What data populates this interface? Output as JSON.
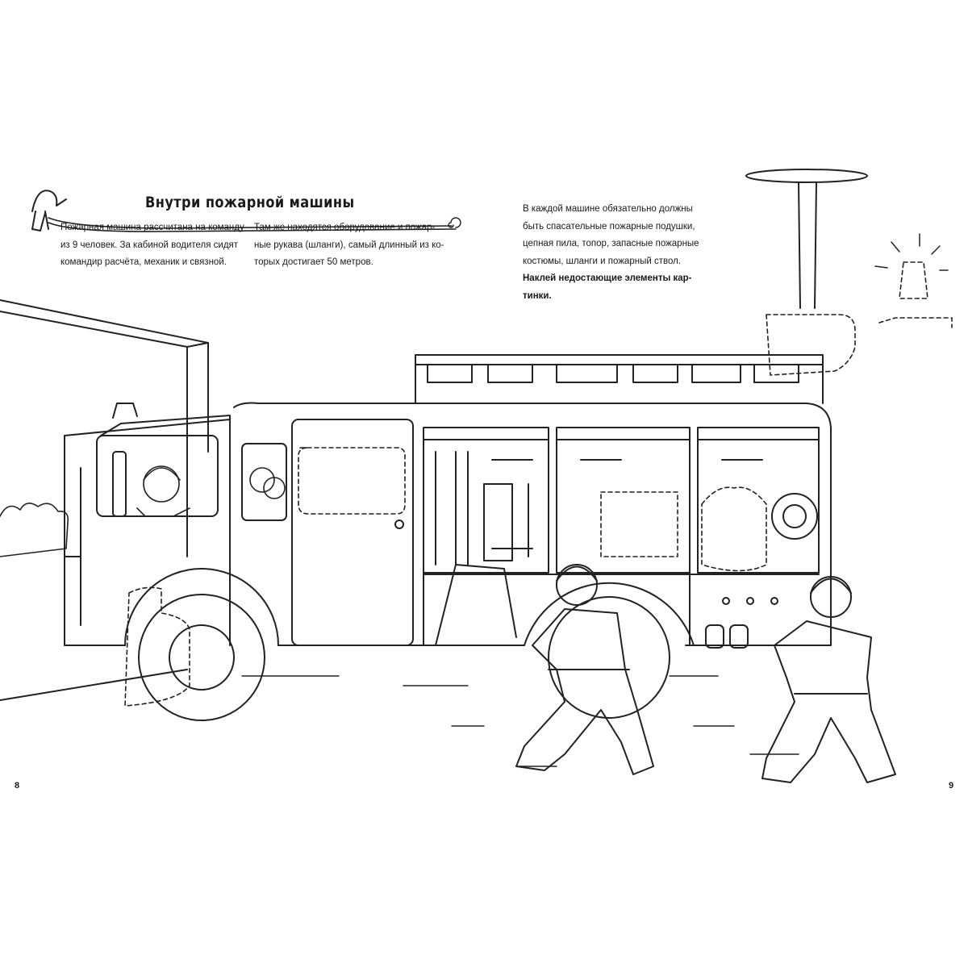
{
  "page": {
    "title": "Внутри пожарной машины",
    "column1": [
      "Пожарная машина рассчитана на команду",
      "из 9 человек. За кабиной водителя сидят",
      "командир расчёта, механик и связной."
    ],
    "column2": [
      "Там же находятся оборудование и пожар-",
      "ные рукава (шланги), самый длинный из ко-",
      "торых достигает 50 метров."
    ],
    "column3": [
      "В каждой машине обязательно должны",
      "быть спасательные пожарные подушки,",
      "цепная пила, топор, запасные пожарные",
      "костюмы, шланги и пожарный ствол."
    ],
    "instruction": [
      "Наклей недостающие элементы кар-",
      "тинки."
    ],
    "page_left": "8",
    "page_right": "9"
  }
}
